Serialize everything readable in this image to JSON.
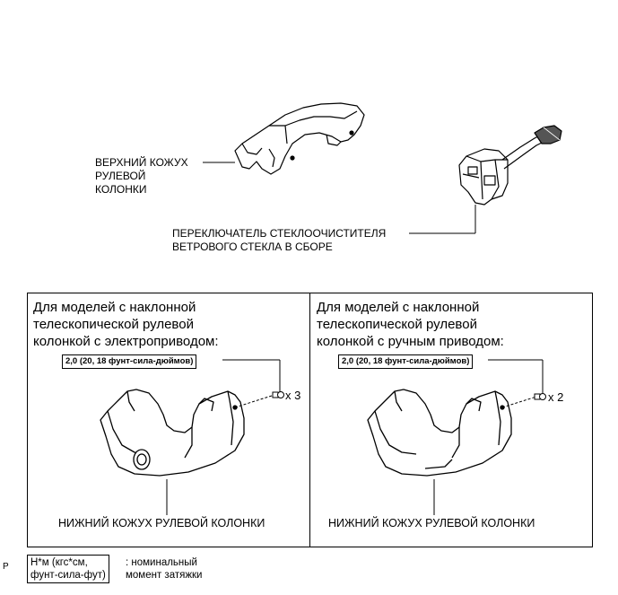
{
  "top": {
    "upper_cover_label": [
      "ВЕРХНИЙ КОЖУХ",
      "РУЛЕВОЙ",
      "КОЛОНКИ"
    ],
    "switch_label": [
      "ПЕРЕКЛЮЧАТЕЛЬ СТЕКЛООЧИСТИТЕЛЯ",
      "ВЕТРОВОГО СТЕКЛА В СБОРЕ"
    ]
  },
  "panels": [
    {
      "title": [
        "Для моделей с наклонной",
        "телескопической рулевой",
        "колонкой с электроприводом:"
      ],
      "torque": "2,0 (20, 18 фунт-сила-дюймов)",
      "count": "x 3",
      "lower_cover_label": "НИЖНИЙ КОЖУХ РУЛЕВОЙ КОЛОНКИ"
    },
    {
      "title": [
        "Для моделей с наклонной",
        "телескопической рулевой",
        "колонкой с ручным приводом:"
      ],
      "torque": "2,0 (20, 18 фунт-сила-дюймов)",
      "count": "x 2",
      "lower_cover_label": "НИЖНИЙ КОЖУХ РУЛЕВОЙ КОЛОНКИ"
    }
  ],
  "legend": {
    "box": [
      "Н*м (кгс*см,",
      "фунт-сила-фут)"
    ],
    "text": [
      ": номинальный",
      "момент затяжки"
    ]
  },
  "corner_mark": "P"
}
